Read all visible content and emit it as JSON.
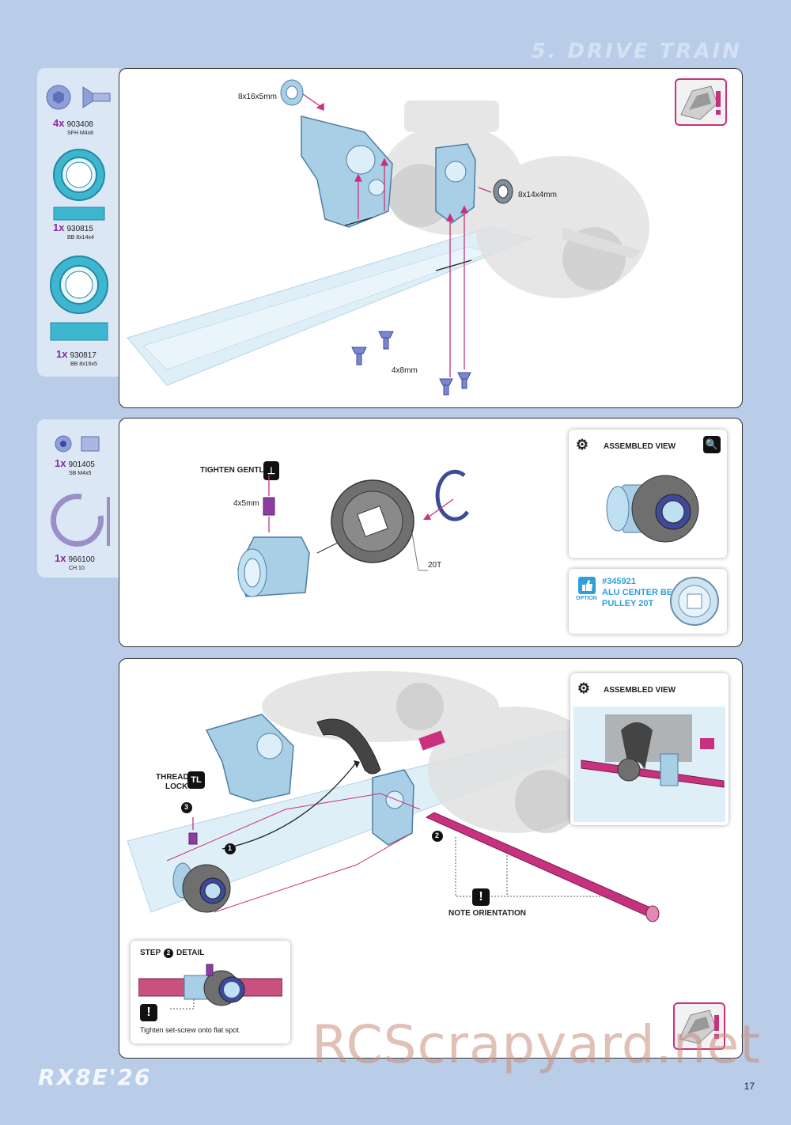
{
  "header": {
    "title": "5. DRIVE TRAIN"
  },
  "parts_top": [
    {
      "qty": "4x",
      "code": "903408",
      "desc": "SFH M4x8"
    },
    {
      "qty": "1x",
      "code": "930815",
      "desc": "BB 8x14x4"
    },
    {
      "qty": "1x",
      "code": "930817",
      "desc": "BB 8x16x5"
    }
  ],
  "parts_mid": [
    {
      "qty": "1x",
      "code": "901405",
      "desc": "SB M4x5"
    },
    {
      "qty": "1x",
      "code": "966100",
      "desc": "CH 10"
    }
  ],
  "panel1": {
    "label_bearing_large": "8x16x5mm",
    "label_bearing_small": "8x14x4mm",
    "label_screws": "4x8mm"
  },
  "panel2": {
    "tighten": "TIGHTEN GENTLY",
    "screw_label": "4x5mm",
    "teeth_label": "20T",
    "assembled_view": "ASSEMBLED VIEW",
    "option_code": "#345921",
    "option_name_1": "ALU CENTER BELT",
    "option_name_2": "PULLEY 20T",
    "option_badge": "OPTION"
  },
  "panel3": {
    "thread_lock_1": "THREAD",
    "thread_lock_2": "LOCK",
    "tl_icon": "TL",
    "assembled_view": "ASSEMBLED VIEW",
    "note_orientation": "NOTE ORIENTATION",
    "step_1": "1",
    "step_2": "2",
    "step_3": "3",
    "step_detail_pre": "STEP",
    "step_detail_num": "2",
    "step_detail_post": "DETAIL",
    "step_detail_note": "Tighten set-screw onto flat spot."
  },
  "footer": {
    "logo": "RX8E'26",
    "page": "17",
    "watermark": "RCScrapyard.net"
  },
  "colors": {
    "page_bg": "#b9cde9",
    "part_blue": "#a9cfe6",
    "accent_magenta": "#c8317e",
    "qty_purple": "#8a2aa0",
    "bearing_teal": "#3fb6cf"
  }
}
